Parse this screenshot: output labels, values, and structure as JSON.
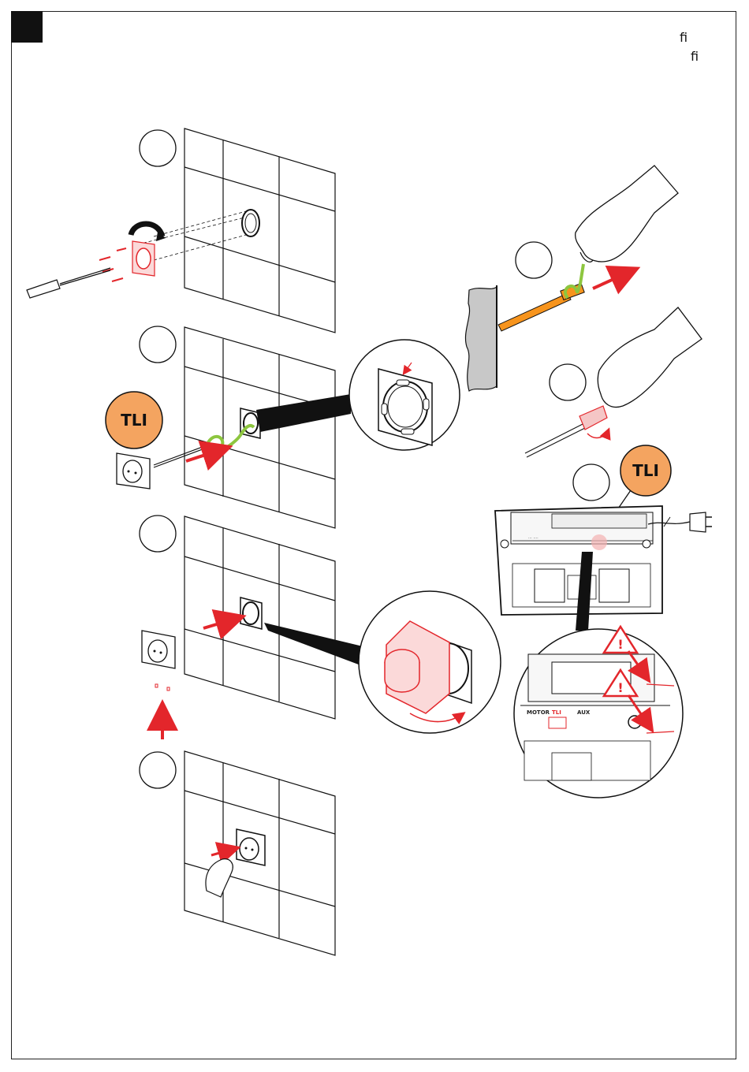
{
  "header": {
    "fi_1": "fi",
    "fi_2": "fi"
  },
  "badges": {
    "tli_left": "TLI",
    "tli_right": "TLI"
  },
  "panel_labels": {
    "motor": "MOTOR",
    "tli": "TLI",
    "aux": "AUX"
  },
  "colors": {
    "accent_red": "#e3262b",
    "badge_orange": "#f4a460",
    "wire_green": "#8dc63f",
    "rod_orange": "#f7941d",
    "wall_gray": "#c8c8c8",
    "line": "#111111"
  },
  "icons": [
    "screwdriver-icon",
    "rotate-arrow-icon",
    "hand-icon",
    "warning-triangle-icon",
    "socket-icon",
    "plug-icon"
  ]
}
